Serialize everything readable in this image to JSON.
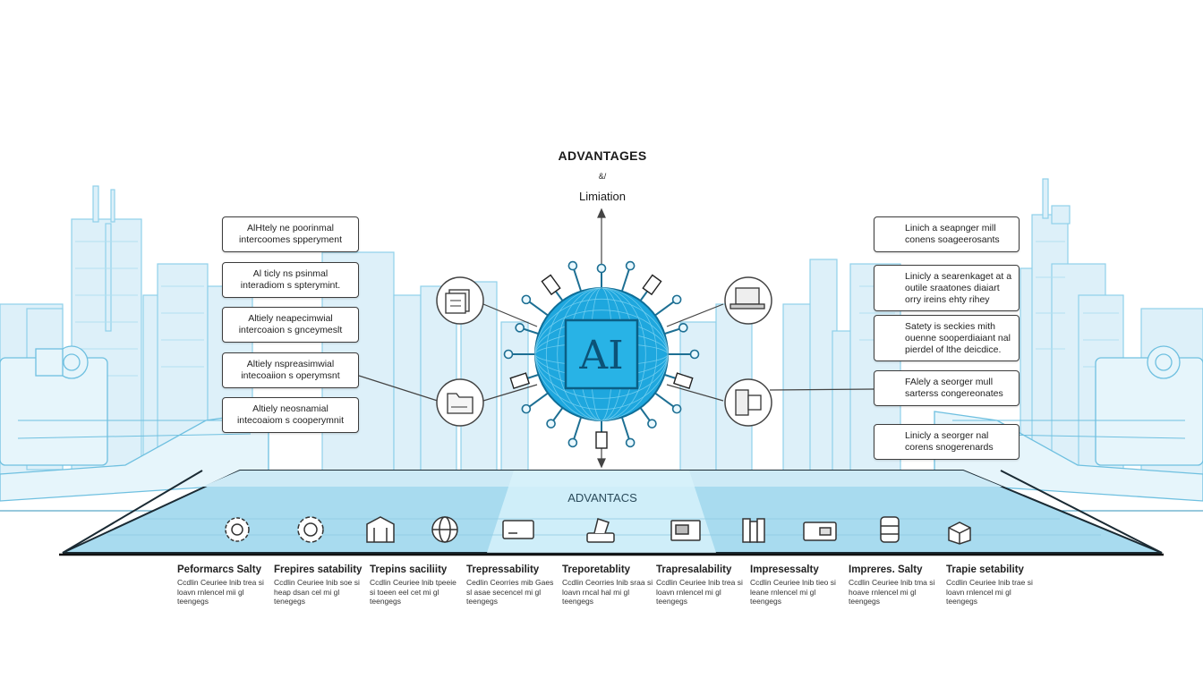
{
  "header": {
    "title": "ADVANTAGES",
    "subtitle": "&/",
    "label": "Limiation"
  },
  "platform_label": "ADVANTACS",
  "hub_label": "AI",
  "colors": {
    "accent": "#1ea7de",
    "city_line": "#8fd0ea",
    "city_fill": "#d6eef8",
    "platform": "#a8dbef"
  },
  "left_boxes": [
    {
      "text": "AlHtely ne poorinmal intercoomes spperyment"
    },
    {
      "text": "Al ticly ns psinmal interadiom s spterymint."
    },
    {
      "text": "Altiely neapecimwial intercoaion s gnceymeslt"
    },
    {
      "text": "Altiely nspreasimwial intecoaiion s operymsnt"
    },
    {
      "text": "Altiely neosnamial intecoaiom s cooperymnit"
    }
  ],
  "right_boxes": [
    {
      "text": "Linich a seapnger mill conens soageerosants",
      "icon": "person-desk-icon"
    },
    {
      "text": "Linicly a searenkaget at a outile sraatones diaiart orry ireins ehty rihey",
      "icon": "clock-icon"
    },
    {
      "text": "Satety is seckies mith ouenne sooperdiaiant nal pierdel of lthe deicdice.",
      "icon": "hand-icon"
    },
    {
      "text": "FAlely a seorger mull sarterss congereonates",
      "icon": "globe-icon"
    },
    {
      "text": "Linicly a seorger nal corens snogerenards",
      "icon": "box-icon"
    }
  ],
  "satellites": [
    {
      "icon": "document-stack-icon"
    },
    {
      "icon": "laptop-icon"
    },
    {
      "icon": "folder-icon"
    },
    {
      "icon": "server-icon"
    }
  ],
  "platform_icons": [
    {
      "icon": "gear-icon"
    },
    {
      "icon": "cog-icon"
    },
    {
      "icon": "building-icon"
    },
    {
      "icon": "globe-icon"
    },
    {
      "icon": "device-icon"
    },
    {
      "icon": "robot-arm-icon"
    },
    {
      "icon": "monitor-icon"
    },
    {
      "icon": "books-icon"
    },
    {
      "icon": "card-icon"
    },
    {
      "icon": "database-icon"
    },
    {
      "icon": "cube-icon"
    }
  ],
  "features": [
    {
      "title": "Peformarcs Salty",
      "desc": "Ccdlin Ceuriee lnib trea si loavn rnlencel mii gl teengegs"
    },
    {
      "title": "Frepires satability",
      "desc": "Ccdlin Ceuriee lnib soe si heap dsan cel mi gl tenegegs"
    },
    {
      "title": "Trepins saciliity",
      "desc": "Ccdlin Ceuriee lnib tpeeie si toeen eel cet mi gl teengegs"
    },
    {
      "title": "Trepressability",
      "desc": "Cedlin Ceorries mib Gaes sl asae secencel mi gl teengegs"
    },
    {
      "title": "Treporetablity",
      "desc": "Ccdlin Ceorries lnib sraa si loavn rncal hal mi gl teengegs"
    },
    {
      "title": "Trapresalability",
      "desc": "Ccdlin Ceuriee lnib trea si loavn rnlencel mi gl teengegs"
    },
    {
      "title": "Impresessalty",
      "desc": "Ccdlin Ceuriee lnib tieo si leane rnlencel mi gl teengegs"
    },
    {
      "title": "Impreres. Salty",
      "desc": "Ccdlin Ceuriee lnib tma si hoave rnlencel mi gl teengegs"
    },
    {
      "title": "Trapie setability",
      "desc": "Ccdlin Ceuriee lnib trae si loavn rnlencel mi gl teengegs"
    }
  ]
}
